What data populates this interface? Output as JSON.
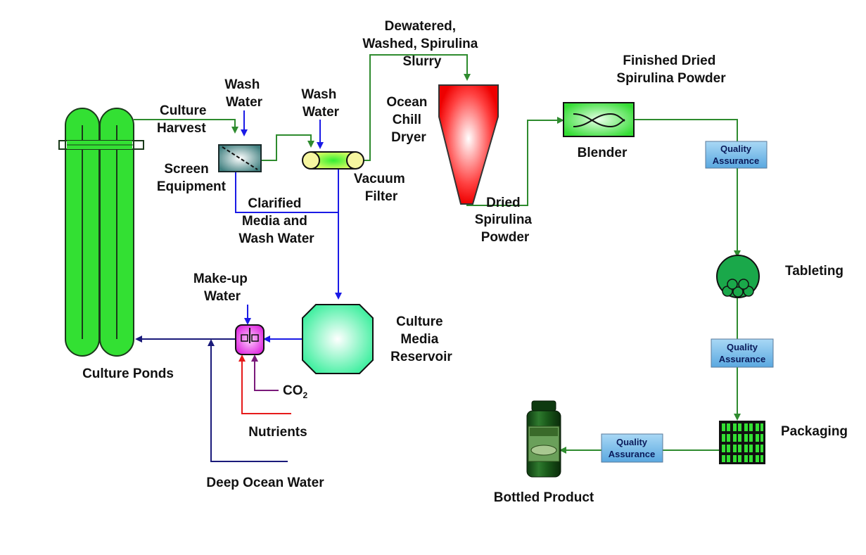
{
  "labels": {
    "culture_harvest": [
      "Culture",
      "Harvest"
    ],
    "wash_water_1": [
      "Wash",
      "Water"
    ],
    "wash_water_2": [
      "Wash",
      "Water"
    ],
    "screen_equipment": [
      "Screen",
      "Equipment"
    ],
    "vacuum_filter": [
      "Vacuum",
      "Filter"
    ],
    "clarified": [
      "Clarified",
      "Media and",
      "Wash Water"
    ],
    "dewatered": [
      "Dewatered,",
      "Washed, Spirulina",
      "Slurry"
    ],
    "dryer": [
      "Ocean",
      "Chill",
      "Dryer"
    ],
    "dried_powder": [
      "Dried",
      "Spirulina",
      "Powder"
    ],
    "finished": [
      "Finished Dried",
      "Spirulina Powder"
    ],
    "blender": "Blender",
    "tableting": "Tableting",
    "packaging": "Packaging",
    "bottled": "Bottled Product",
    "culture_ponds": "Culture Ponds",
    "makeup": [
      "Make-up",
      "Water"
    ],
    "reservoir": [
      "Culture",
      "Media",
      "Reservoir"
    ],
    "co2_main": "CO",
    "co2_sub": "2",
    "nutrients": "Nutrients",
    "deep_ocean": "Deep Ocean Water"
  },
  "qa_boxes": [
    {
      "line1": "Quality",
      "line2": "Assurance"
    },
    {
      "line1": "Quality",
      "line2": "Assurance"
    },
    {
      "line1": "Quality",
      "line2": "Assurance"
    }
  ],
  "colors": {
    "green_line": "#2e8b2e",
    "blue_line": "#1a1ae6",
    "navy_line": "#1a1a7a",
    "red_line": "#e61a1a",
    "purple_line": "#7a1a7a",
    "pond_green": "#33e033",
    "qa_fill": "#6fb8e8"
  }
}
